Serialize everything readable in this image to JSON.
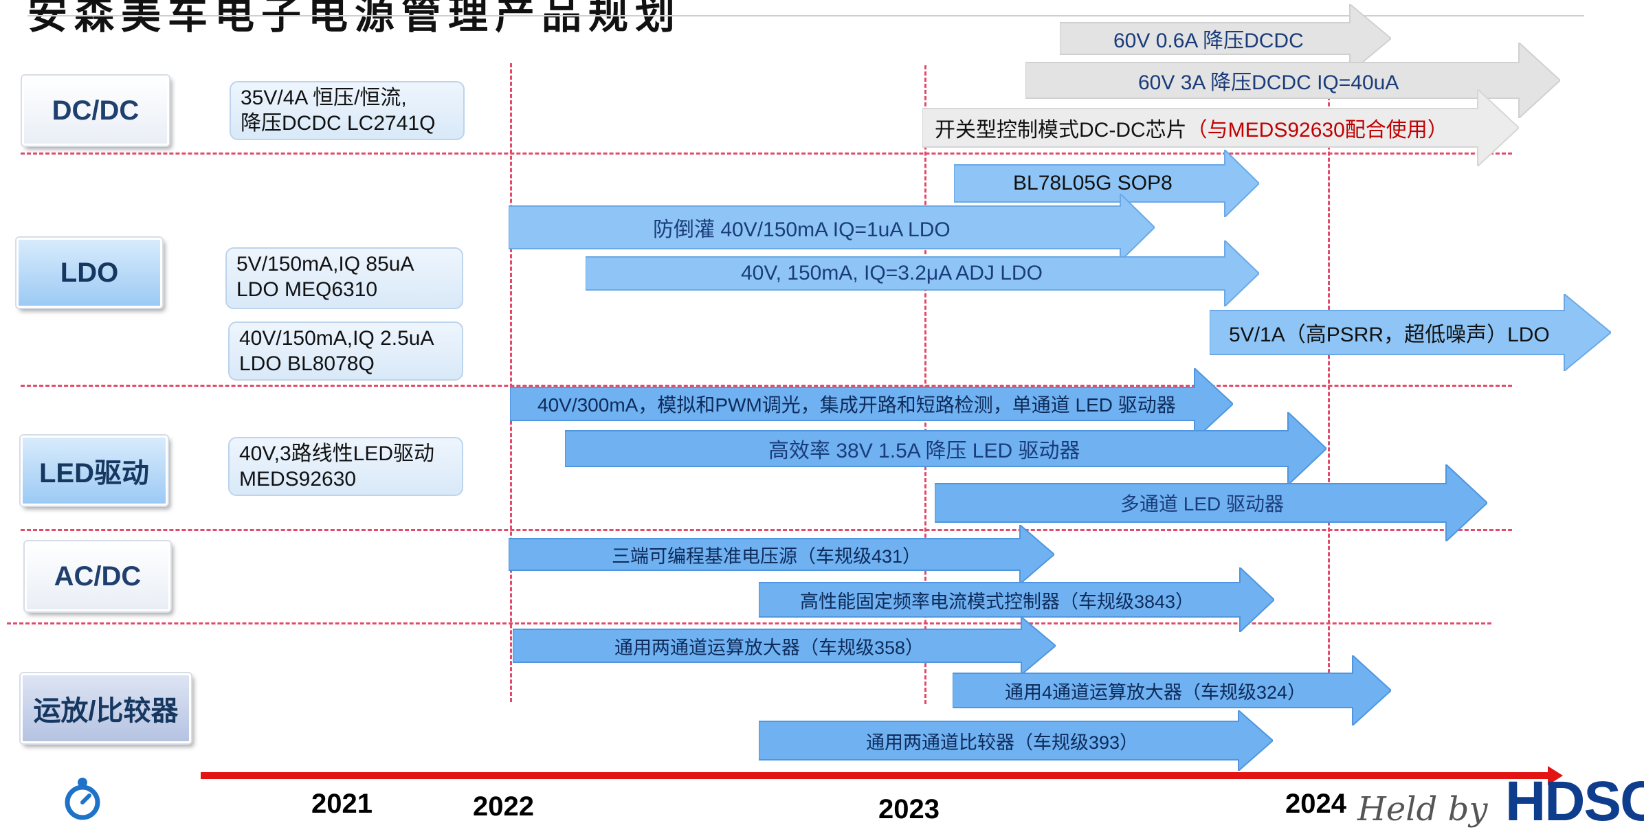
{
  "title": "安森美车电子电源管理产品规划",
  "categories": {
    "dcdc": "DC/DC",
    "ldo": "LDO",
    "led": "LED驱动",
    "acdc": "AC/DC",
    "opamp": "运放/比较器"
  },
  "existing": {
    "dcdc_1": [
      "35V/4A 恒压/恒流,",
      "降压DCDC LC2741Q"
    ],
    "ldo_1": [
      "5V/150mA,IQ 85uA",
      "LDO MEQ6310"
    ],
    "ldo_2": [
      "40V/150mA,IQ 2.5uA",
      "LDO BL8078Q"
    ],
    "led_1": [
      "40V,3路线性LED驱动",
      "MEDS92630"
    ]
  },
  "roadmap": {
    "dcdc": [
      {
        "label": "60V 0.6A 降压DCDC",
        "color": "gray"
      },
      {
        "label": "60V 3A 降压DCDC IQ=40uA",
        "color": "gray"
      },
      {
        "label": "开关型控制模式DC-DC芯片",
        "note": "（与MEDS92630配合使用）",
        "color": "gray"
      }
    ],
    "ldo": [
      {
        "label": "BL78L05G SOP8",
        "color": "blue"
      },
      {
        "label": "防倒灌 40V/150mA IQ=1uA LDO",
        "color": "blue"
      },
      {
        "label": "40V, 150mA, IQ=3.2μA  ADJ LDO",
        "color": "blue"
      },
      {
        "label": "5V/1A（高PSRR，超低噪声）LDO",
        "color": "blue"
      }
    ],
    "led": [
      {
        "label": "40V/300mA，模拟和PWM调光，集成开路和短路检测，单通道 LED 驱动器",
        "color": "blue"
      },
      {
        "label": "高效率 38V 1.5A 降压 LED 驱动器",
        "color": "blue"
      },
      {
        "label": "多通道 LED 驱动器",
        "color": "blue"
      }
    ],
    "acdc": [
      {
        "label": "三端可编程基准电压源（车规级431）",
        "color": "blue"
      },
      {
        "label": "高性能固定频率电流模式控制器（车规级3843）",
        "color": "blue"
      }
    ],
    "opamp": [
      {
        "label": "通用两通道运算放大器（车规级358）",
        "color": "blue"
      },
      {
        "label": "通用4通道运算放大器（车规级324）",
        "color": "blue"
      },
      {
        "label": "通用两通道比较器（车规级393）",
        "color": "blue"
      }
    ]
  },
  "years": [
    "2021",
    "2022",
    "2023",
    "2024"
  ],
  "footer": {
    "held_by": "Held by",
    "brand": "HDSC"
  },
  "colors": {
    "blue_arrow": "#7fbaf4",
    "gray_arrow": "#e3e3e3",
    "dash": "#e24a6a",
    "timeline": "#e21414",
    "note_red": "#c00000"
  }
}
